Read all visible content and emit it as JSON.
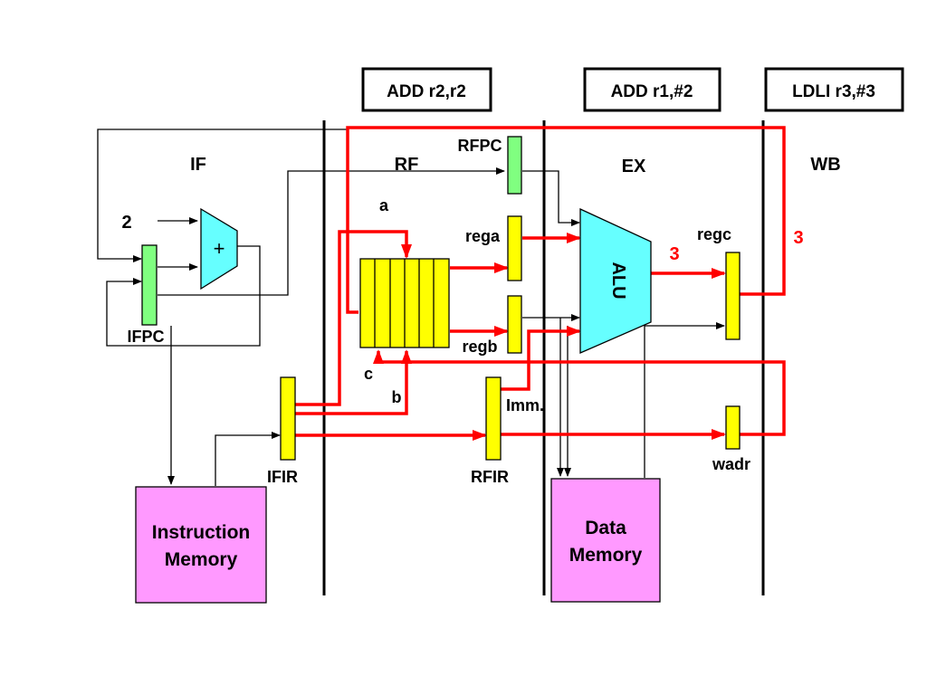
{
  "instructions": [
    {
      "text": "ADD r2,r2"
    },
    {
      "text": "ADD r1,#2"
    },
    {
      "text": "LDLI r3,#3"
    }
  ],
  "stages": {
    "if": "IF",
    "rf": "RF",
    "ex": "EX",
    "wb": "WB"
  },
  "labels": {
    "constant_two": "2",
    "adder_symbol": "+",
    "ifpc": "IFPC",
    "ifir": "IFIR",
    "rfpc": "RFPC",
    "rfir": "RFIR",
    "rega": "rega",
    "regb": "regb",
    "regc": "regc",
    "wadr": "wadr",
    "imm": "Imm.",
    "port_a": "a",
    "port_b": "b",
    "port_c": "c",
    "alu": "ALU",
    "value_ex": "3",
    "value_wb": "3"
  },
  "memories": {
    "instruction": [
      "Instruction",
      "Memory"
    ],
    "data": [
      "Data",
      "Memory"
    ]
  },
  "colors": {
    "highlight_path": "#ff0000",
    "pipeline_register": "#ffff00",
    "pc_register": "#80ff80",
    "adder_alu": "#66ffff",
    "memory": "#ff99ff"
  }
}
